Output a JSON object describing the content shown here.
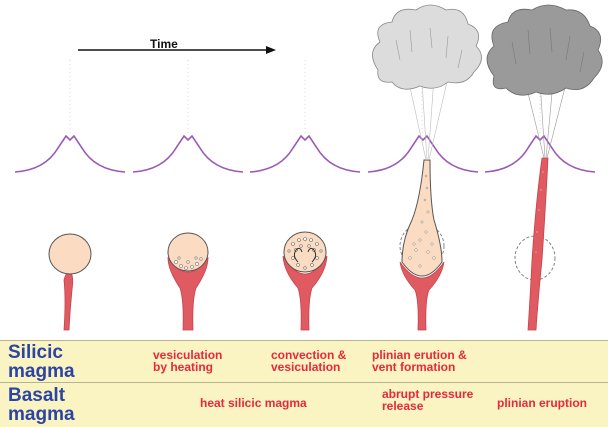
{
  "time_label": "Time",
  "rows": [
    {
      "label": "Silicic\nmagma",
      "cells": [
        "vesiculation\nby heating",
        "convection &\nvesiculation",
        "plinian erution &\nvent formation",
        ""
      ]
    },
    {
      "label": "Basalt\nmagma",
      "cells": [
        "heat silicic magma",
        "abrupt pressure\nrelease",
        "plinian eruption"
      ]
    }
  ],
  "colors": {
    "volcano_outline": "#9b59b6",
    "basalt": "#e05a62",
    "silicic_magma": "#fbdcc2",
    "ash_light": "#dcdcdc",
    "ash_dark": "#9a9a9a",
    "row_label": "#2c44a4",
    "row_text": "#e8283c",
    "band_bg": "#f9f4c2"
  }
}
